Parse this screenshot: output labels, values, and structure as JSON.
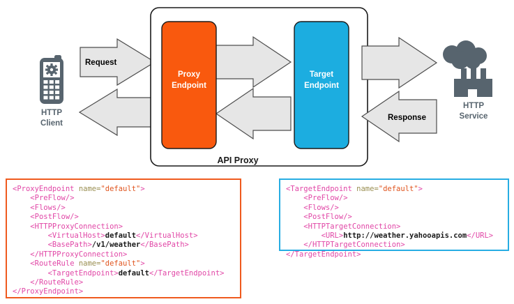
{
  "diagram": {
    "container_label": "API Proxy",
    "proxy_endpoint": {
      "line1": "Proxy",
      "line2": "Endpoint",
      "color": "#f9590e"
    },
    "target_endpoint": {
      "line1": "Target",
      "line2": "Endpoint",
      "color": "#1cade0"
    },
    "client": {
      "line1": "HTTP",
      "line2": "Client",
      "icon": "mobile-phone-gear-icon",
      "color": "#57646e"
    },
    "service": {
      "line1": "HTTP",
      "line2": "Service",
      "icon": "cloud-factory-icon",
      "color": "#57646e"
    },
    "arrows": {
      "request_label": "Request",
      "response_label": "Response",
      "fill": "#e6e6e6",
      "stroke": "#4d4d4d"
    }
  },
  "code_blocks": {
    "proxy": {
      "border_color": "#ef5a1e",
      "lines": [
        [
          {
            "t": "tag",
            "s": "<ProxyEndpoint "
          },
          {
            "t": "attr",
            "s": "name="
          },
          {
            "t": "val",
            "s": "\"default\""
          },
          {
            "t": "tag",
            "s": ">"
          }
        ],
        [
          {
            "t": "plain",
            "s": "    "
          },
          {
            "t": "tag",
            "s": "<PreFlow/>"
          }
        ],
        [
          {
            "t": "plain",
            "s": "    "
          },
          {
            "t": "tag",
            "s": "<Flows/>"
          }
        ],
        [
          {
            "t": "plain",
            "s": "    "
          },
          {
            "t": "tag",
            "s": "<PostFlow/>"
          }
        ],
        [
          {
            "t": "plain",
            "s": "    "
          },
          {
            "t": "tag",
            "s": "<HTTPProxyConnection>"
          }
        ],
        [
          {
            "t": "plain",
            "s": "        "
          },
          {
            "t": "tag",
            "s": "<VirtualHost>"
          },
          {
            "t": "txt",
            "s": "default"
          },
          {
            "t": "tag",
            "s": "</VirtualHost>"
          }
        ],
        [
          {
            "t": "plain",
            "s": "        "
          },
          {
            "t": "tag",
            "s": "<BasePath>"
          },
          {
            "t": "txt",
            "s": "/v1/weather"
          },
          {
            "t": "tag",
            "s": "</BasePath>"
          }
        ],
        [
          {
            "t": "plain",
            "s": "    "
          },
          {
            "t": "tag",
            "s": "</HTTPProxyConnection>"
          }
        ],
        [
          {
            "t": "plain",
            "s": "    "
          },
          {
            "t": "tag",
            "s": "<RouteRule "
          },
          {
            "t": "attr",
            "s": "name="
          },
          {
            "t": "val",
            "s": "\"default\""
          },
          {
            "t": "tag",
            "s": ">"
          }
        ],
        [
          {
            "t": "plain",
            "s": "        "
          },
          {
            "t": "tag",
            "s": "<TargetEndpoint>"
          },
          {
            "t": "txt",
            "s": "default"
          },
          {
            "t": "tag",
            "s": "</TargetEndpoint>"
          }
        ],
        [
          {
            "t": "plain",
            "s": "    "
          },
          {
            "t": "tag",
            "s": "</RouteRule>"
          }
        ],
        [
          {
            "t": "tag",
            "s": "</ProxyEndpoint>"
          }
        ]
      ]
    },
    "target": {
      "border_color": "#27ade3",
      "lines": [
        [
          {
            "t": "tag",
            "s": "<TargetEndpoint "
          },
          {
            "t": "attr",
            "s": "name="
          },
          {
            "t": "val",
            "s": "\"default\""
          },
          {
            "t": "tag",
            "s": ">"
          }
        ],
        [
          {
            "t": "plain",
            "s": "    "
          },
          {
            "t": "tag",
            "s": "<PreFlow/>"
          }
        ],
        [
          {
            "t": "plain",
            "s": "    "
          },
          {
            "t": "tag",
            "s": "<Flows/>"
          }
        ],
        [
          {
            "t": "plain",
            "s": "    "
          },
          {
            "t": "tag",
            "s": "<PostFlow/>"
          }
        ],
        [
          {
            "t": "plain",
            "s": "    "
          },
          {
            "t": "tag",
            "s": "<HTTPTargetConnection>"
          }
        ],
        [
          {
            "t": "plain",
            "s": "        "
          },
          {
            "t": "tag",
            "s": "<URL>"
          },
          {
            "t": "txt",
            "s": "http://weather.yahooapis.com"
          },
          {
            "t": "tag",
            "s": "</URL>"
          }
        ],
        [
          {
            "t": "plain",
            "s": "    "
          },
          {
            "t": "tag",
            "s": "</HTTPTargetConnection>"
          }
        ],
        [
          {
            "t": "tag",
            "s": "</TargetEndpoint>"
          }
        ]
      ]
    }
  }
}
